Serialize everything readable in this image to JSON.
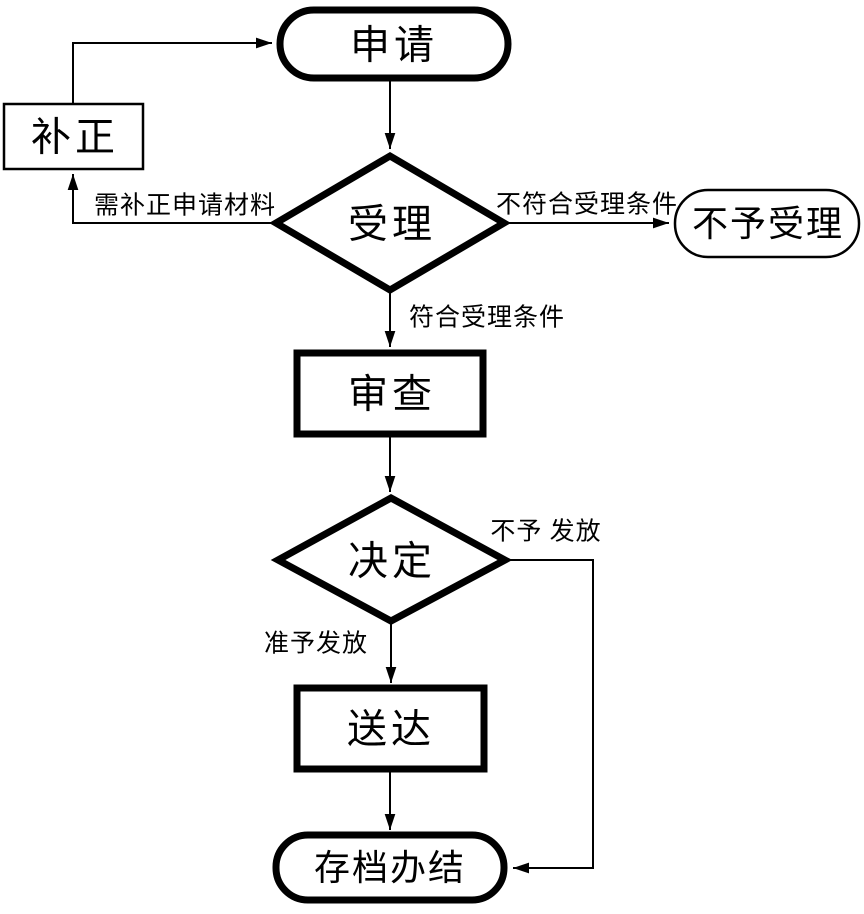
{
  "diagram": {
    "background": "#ffffff",
    "stroke_color": "#000000",
    "text_color": "#000000",
    "nodes": {
      "apply": {
        "label": "申请",
        "shape": "stadium"
      },
      "correction": {
        "label": "补正",
        "shape": "rectangle"
      },
      "accept": {
        "label": "受理",
        "shape": "diamond"
      },
      "not_accept": {
        "label": "不予受理",
        "shape": "stadium"
      },
      "review": {
        "label": "审查",
        "shape": "rectangle"
      },
      "decide": {
        "label": "决定",
        "shape": "diamond"
      },
      "deliver": {
        "label": "送达",
        "shape": "rectangle"
      },
      "archive": {
        "label": "存档办结",
        "shape": "stadium"
      }
    },
    "edge_labels": {
      "need_correction": "需补正申请材料",
      "not_meet_conditions": "不符合受理条件",
      "meet_conditions": "符合受理条件",
      "deny_issue": "不予 发放",
      "grant_issue": "准予发放"
    }
  }
}
